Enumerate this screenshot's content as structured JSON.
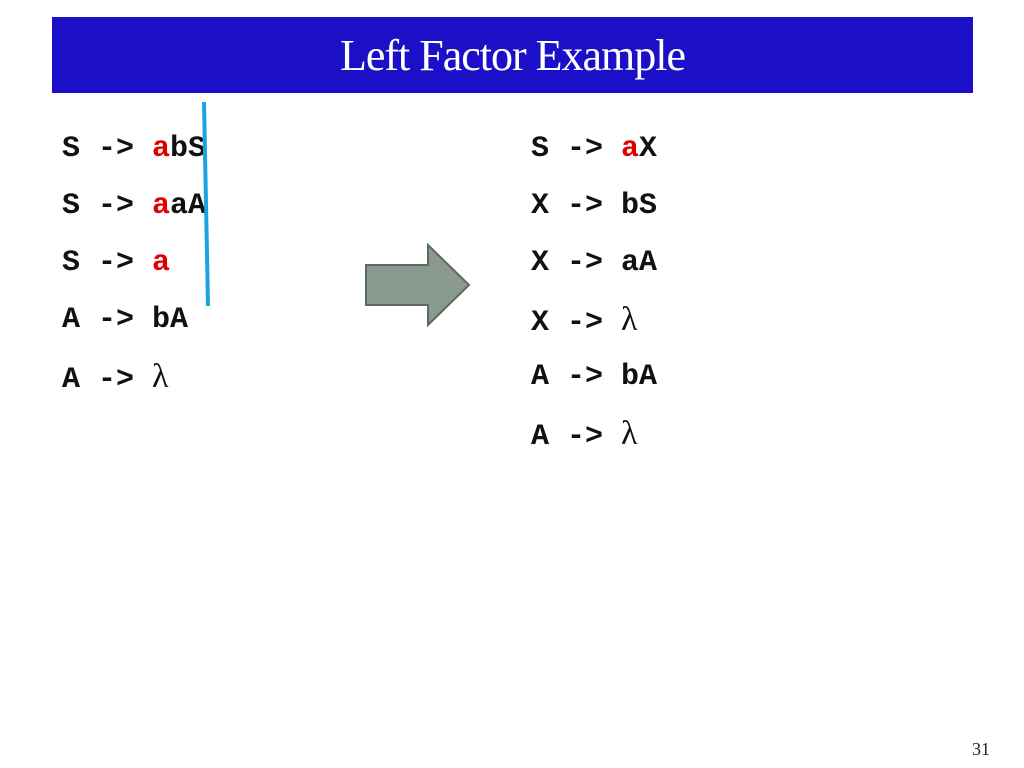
{
  "slide": {
    "title": "Left Factor Example",
    "page_number": "31"
  },
  "colors": {
    "title_bg": "#1b10c8",
    "title_text": "#ffffff",
    "highlight": "#e00000",
    "divider_line": "#1aa3e0",
    "arrow_fill": "#8a9a90",
    "arrow_stroke": "#5b6b5f"
  },
  "icons": {
    "transform_arrow": "right-arrow-icon"
  },
  "left_rules": [
    {
      "head": "S -> ",
      "prefix": "a",
      "rest": "bS"
    },
    {
      "head": "S -> ",
      "prefix": "a",
      "rest": "aA"
    },
    {
      "head": "S -> ",
      "prefix": "a",
      "rest": ""
    },
    {
      "head": "A -> ",
      "prefix": "",
      "rest": "bA"
    },
    {
      "head": "A -> ",
      "prefix": "",
      "rest": "λ"
    }
  ],
  "right_rules": [
    {
      "head": "S -> ",
      "prefix": "a",
      "rest": "X"
    },
    {
      "head": "X -> ",
      "prefix": "",
      "rest": "bS"
    },
    {
      "head": "X -> ",
      "prefix": "",
      "rest": "aA"
    },
    {
      "head": "X -> ",
      "prefix": "",
      "rest": "λ"
    },
    {
      "head": "A -> ",
      "prefix": "",
      "rest": "bA"
    },
    {
      "head": "A -> ",
      "prefix": "",
      "rest": "λ"
    }
  ]
}
